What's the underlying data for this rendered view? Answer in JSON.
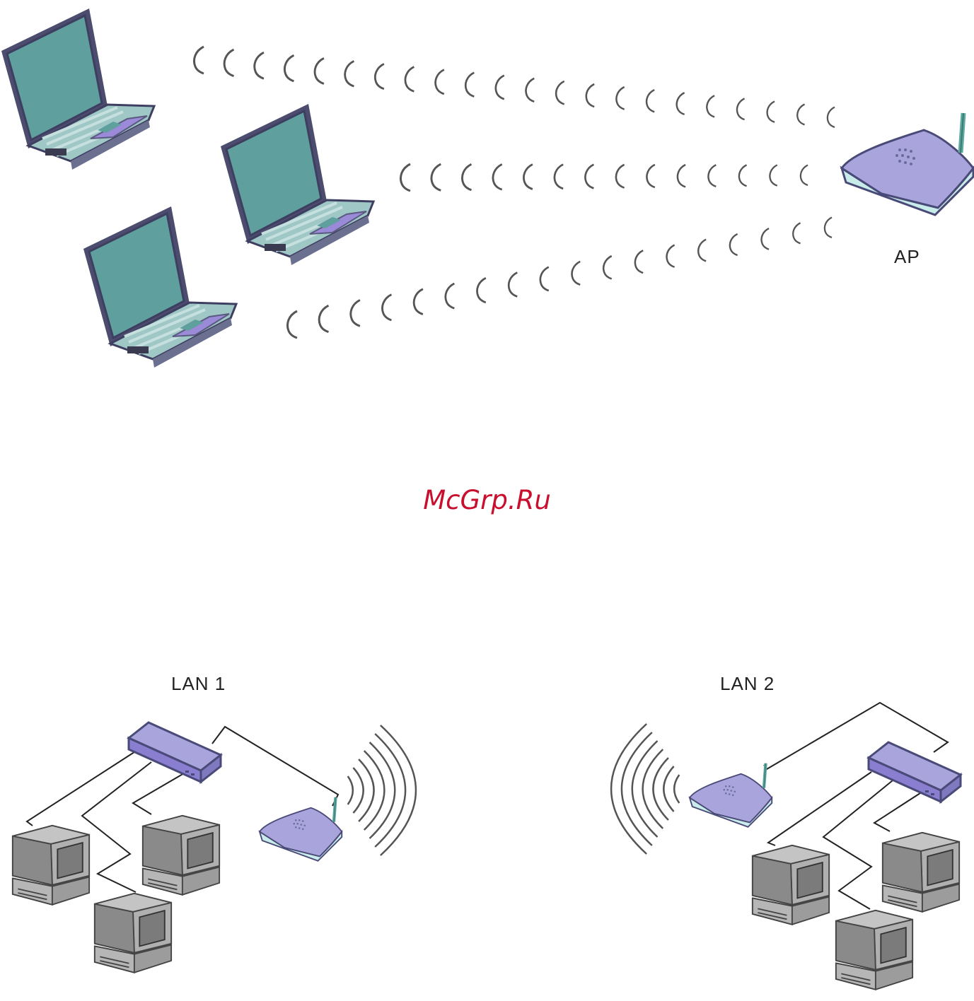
{
  "labels": {
    "ap": "AP",
    "lan1": "LAN 1",
    "lan2": "LAN 2"
  },
  "watermark": "McGrp.Ru",
  "colors": {
    "laptop_screen": "#5f9f9e",
    "laptop_body": "#9fc7c6",
    "laptop_keys": "#c6e0df",
    "touchpad": "#9a8ad8",
    "device_top": "#a9a4dc",
    "device_side": "#7f7ac0",
    "device_base": "#c8ece9",
    "antenna": "#5fa8a0",
    "pc_light": "#c4c4c4",
    "pc_mid": "#9c9c9c",
    "pc_dark": "#6e6e6e",
    "pc_screen": "#7b7b7b",
    "cable": "#222222",
    "signal": "#555555",
    "watermark": "#c8102e"
  },
  "icons": [
    "laptop-icon",
    "access-point-icon",
    "switch-hub-icon",
    "desktop-pc-icon",
    "wireless-signal-icon"
  ]
}
